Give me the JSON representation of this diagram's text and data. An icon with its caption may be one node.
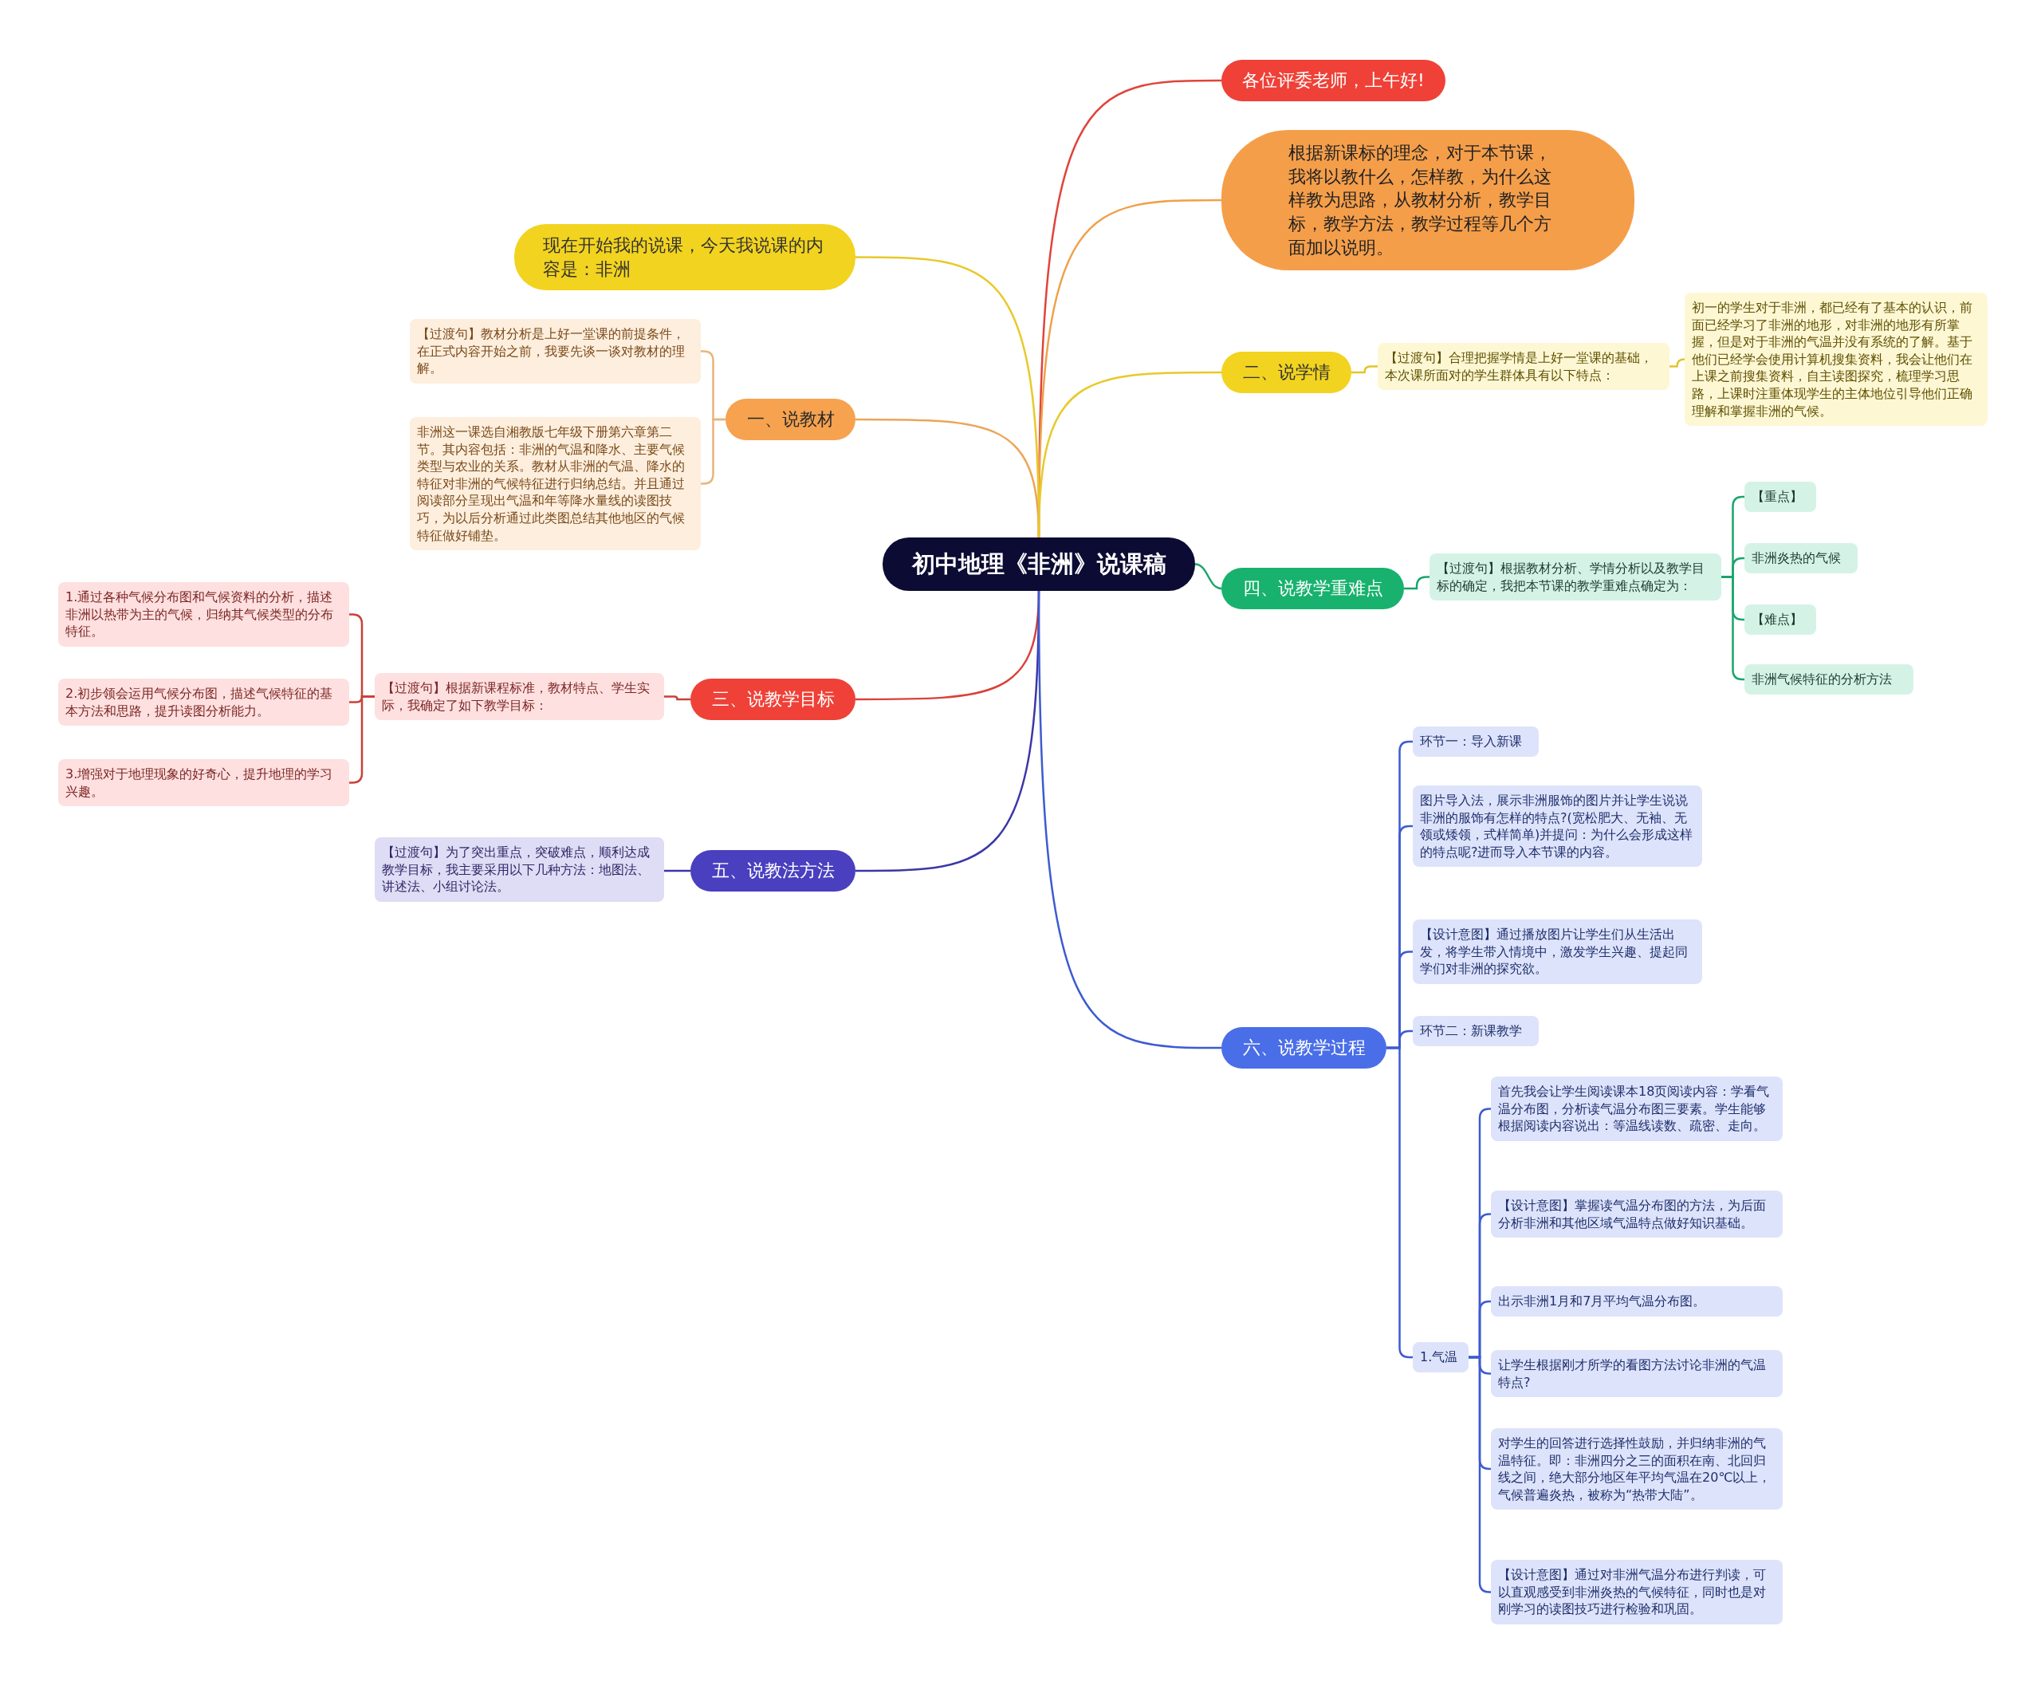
{
  "diagram": {
    "nodes": [
      {
        "text": [
          "初中地理《非洲》说课稿"
        ]
      },
      {
        "text": [
          "各位评委老师，上午好!"
        ]
      },
      {
        "text": [
          "根据新课标的理念，对于本节课，我将以教什么，怎样教，为什么这样教为思路，从教材分析，教学目标，教学方法，教学过程等几个方面加以说明。"
        ]
      },
      {
        "text": [
          "现在开始我的说课，今天我说课的内容是：非洲"
        ]
      },
      {
        "text": [
          "一、说教材"
        ]
      },
      {
        "text": [
          "【过渡句】教材分析是上好一堂课的前提条件，在正式内容开始之前，我要先谈一谈对教材的理解。"
        ]
      },
      {
        "text": [
          "非洲这一课选自湘教版七年级下册第六章第二节。其内容包括：非洲的气温和降水、主要气候类型与农业的关系。教材从非洲的气温、降水的特征对非洲的气候特征进行归纳总结。并且通过阅读部分呈现出气温和年等降水量线的读图技巧，为以后分析通过此类图总结其他地区的气候特征做好铺垫。"
        ]
      },
      {
        "text": [
          "二、说学情"
        ]
      },
      {
        "text": [
          "【过渡句】合理把握学情是上好一堂课的基础，本次课所面对的学生群体具有以下特点："
        ]
      },
      {
        "text": [
          "初一的学生对于非洲，都已经有了基本的认识，前面已经学习了非洲的地形，对非洲的地形有所掌握，但是对于非洲的气温并没有系统的了解。基于他们已经学会使用计算机搜集资料，我会让他们在上课之前搜集资料，自主读图探究，梳理学习思路，上课时注重体现学生的主体地位引导他们正确理解和掌握非洲的气候。"
        ]
      },
      {
        "text": [
          "三、说教学目标"
        ]
      },
      {
        "text": [
          "【过渡句】根据新课程标准，教材特点、学生实际，我确定了如下教学目标："
        ]
      },
      {
        "text": [
          "1.通过各种气候分布图和气候资料的分析，描述非洲以热带为主的气候，归纳其气候类型的分布特征。"
        ]
      },
      {
        "text": [
          "2.初步领会运用气候分布图，描述气候特征的基本方法和思路，提升读图分析能力。"
        ]
      },
      {
        "text": [
          "3.增强对于地理现象的好奇心，提升地理的学习兴趣。"
        ]
      },
      {
        "text": [
          "四、说教学重难点"
        ]
      },
      {
        "text": [
          "【过渡句】根据教材分析、学情分析以及教学目标的确定，我把本节课的教学重难点确定为："
        ]
      },
      {
        "text": [
          "【重点】"
        ]
      },
      {
        "text": [
          "非洲炎热的气候"
        ]
      },
      {
        "text": [
          "【难点】"
        ]
      },
      {
        "text": [
          "非洲气候特征的分析方法"
        ]
      },
      {
        "text": [
          "五、说教法方法"
        ]
      },
      {
        "text": [
          "【过渡句】为了突出重点，突破难点，顺利达成教学目标，我主要采用以下几种方法：地图法、讲述法、小组讨论法。"
        ]
      },
      {
        "text": [
          "六、说教学过程"
        ]
      },
      {
        "text": [
          "环节一：导入新课"
        ]
      },
      {
        "text": [
          "图片导入法，展示非洲服饰的图片并让学生说说非洲的服饰有怎样的特点?(宽松肥大、无袖、无领或矮领，式样简单)并提问：为什么会形成这样的特点呢?进而导入本节课的内容。"
        ]
      },
      {
        "text": [
          "【设计意图】通过播放图片让学生们从生活出发，将学生带入情境中，激发学生兴趣、提起同学们对非洲的探究欲。"
        ]
      },
      {
        "text": [
          "环节二：新课教学"
        ]
      },
      {
        "text": [
          "1.气温"
        ]
      },
      {
        "text": [
          "首先我会让学生阅读课本18页阅读内容：学看气温分布图，分析读气温分布图三要素。学生能够根据阅读内容说出：等温线读数、疏密、走向。"
        ]
      },
      {
        "text": [
          "【设计意图】掌握读气温分布图的方法，为后面分析非洲和其他区域气温特点做好知识基础。"
        ]
      },
      {
        "text": [
          "出示非洲1月和7月平均气温分布图。"
        ]
      },
      {
        "text": [
          "让学生根据刚才所学的看图方法讨论非洲的气温特点?"
        ]
      },
      {
        "text": [
          "对学生的回答进行选择性鼓励，并归纳非洲的气温特征。即：非洲四分之三的面积在南、北回归线之间，绝大部分地区年平均气温在20℃以上，气候普遍炎热，被称为“热带大陆”。"
        ]
      },
      {
        "text": [
          "【设计意图】通过对非洲气温分布进行判读，可以直观感受到非洲炎热的气候特征，同时也是对刚学习的读图技巧进行检验和巩固。"
        ]
      }
    ],
    "edges": [
      {
        "from": 0,
        "to": 1,
        "arrow": "none",
        "color": "#e0443a"
      },
      {
        "from": 0,
        "to": 2,
        "arrow": "none",
        "color": "#f0a04b"
      },
      {
        "from": 0,
        "to": 3,
        "arrow": "none",
        "color": "#e8c92a"
      },
      {
        "from": 0,
        "to": 4,
        "arrow": "none",
        "color": "#eba55a"
      },
      {
        "from": 4,
        "to": 5,
        "arrow": "none",
        "color": "#e9b57a"
      },
      {
        "from": 4,
        "to": 6,
        "arrow": "none",
        "color": "#e9b57a"
      },
      {
        "from": 0,
        "to": 7,
        "arrow": "none",
        "color": "#e8c92a"
      },
      {
        "from": 7,
        "to": 8,
        "arrow": "none",
        "color": "#e3c32b"
      },
      {
        "from": 8,
        "to": 9,
        "arrow": "none",
        "color": "#e3c32b"
      },
      {
        "from": 0,
        "to": 10,
        "arrow": "none",
        "color": "#d9413a"
      },
      {
        "from": 10,
        "to": 11,
        "arrow": "none",
        "color": "#c9413a"
      },
      {
        "from": 11,
        "to": 12,
        "arrow": "none",
        "color": "#c9413a"
      },
      {
        "from": 11,
        "to": 13,
        "arrow": "none",
        "color": "#c9413a"
      },
      {
        "from": 11,
        "to": 14,
        "arrow": "none",
        "color": "#c9413a"
      },
      {
        "from": 0,
        "to": 15,
        "arrow": "none",
        "color": "#1aa56c"
      },
      {
        "from": 15,
        "to": 16,
        "arrow": "none",
        "color": "#1aa56c"
      },
      {
        "from": 16,
        "to": 17,
        "arrow": "none",
        "color": "#1aa56c"
      },
      {
        "from": 16,
        "to": 18,
        "arrow": "none",
        "color": "#1aa56c"
      },
      {
        "from": 16,
        "to": 19,
        "arrow": "none",
        "color": "#1aa56c"
      },
      {
        "from": 16,
        "to": 20,
        "arrow": "none",
        "color": "#1aa56c"
      },
      {
        "from": 0,
        "to": 21,
        "arrow": "none",
        "color": "#3b37a6"
      },
      {
        "from": 21,
        "to": 22,
        "arrow": "none",
        "color": "#3b37a6"
      },
      {
        "from": 0,
        "to": 23,
        "arrow": "none"
      },
      {
        "from": 23,
        "to": 24,
        "arrow": "none"
      },
      {
        "from": 23,
        "to": 25,
        "arrow": "none"
      },
      {
        "from": 23,
        "to": 26,
        "arrow": "none"
      },
      {
        "from": 23,
        "to": 27,
        "arrow": "none"
      },
      {
        "from": 23,
        "to": 28,
        "arrow": "none"
      },
      {
        "from": 28,
        "to": 29,
        "arrow": "none"
      },
      {
        "from": 28,
        "to": 30,
        "arrow": "none"
      },
      {
        "from": 28,
        "to": 31,
        "arrow": "none"
      },
      {
        "from": 28,
        "to": 32,
        "arrow": "none"
      },
      {
        "from": 28,
        "to": 33,
        "arrow": "none"
      },
      {
        "from": 28,
        "to": 34,
        "arrow": "none"
      }
    ]
  }
}
